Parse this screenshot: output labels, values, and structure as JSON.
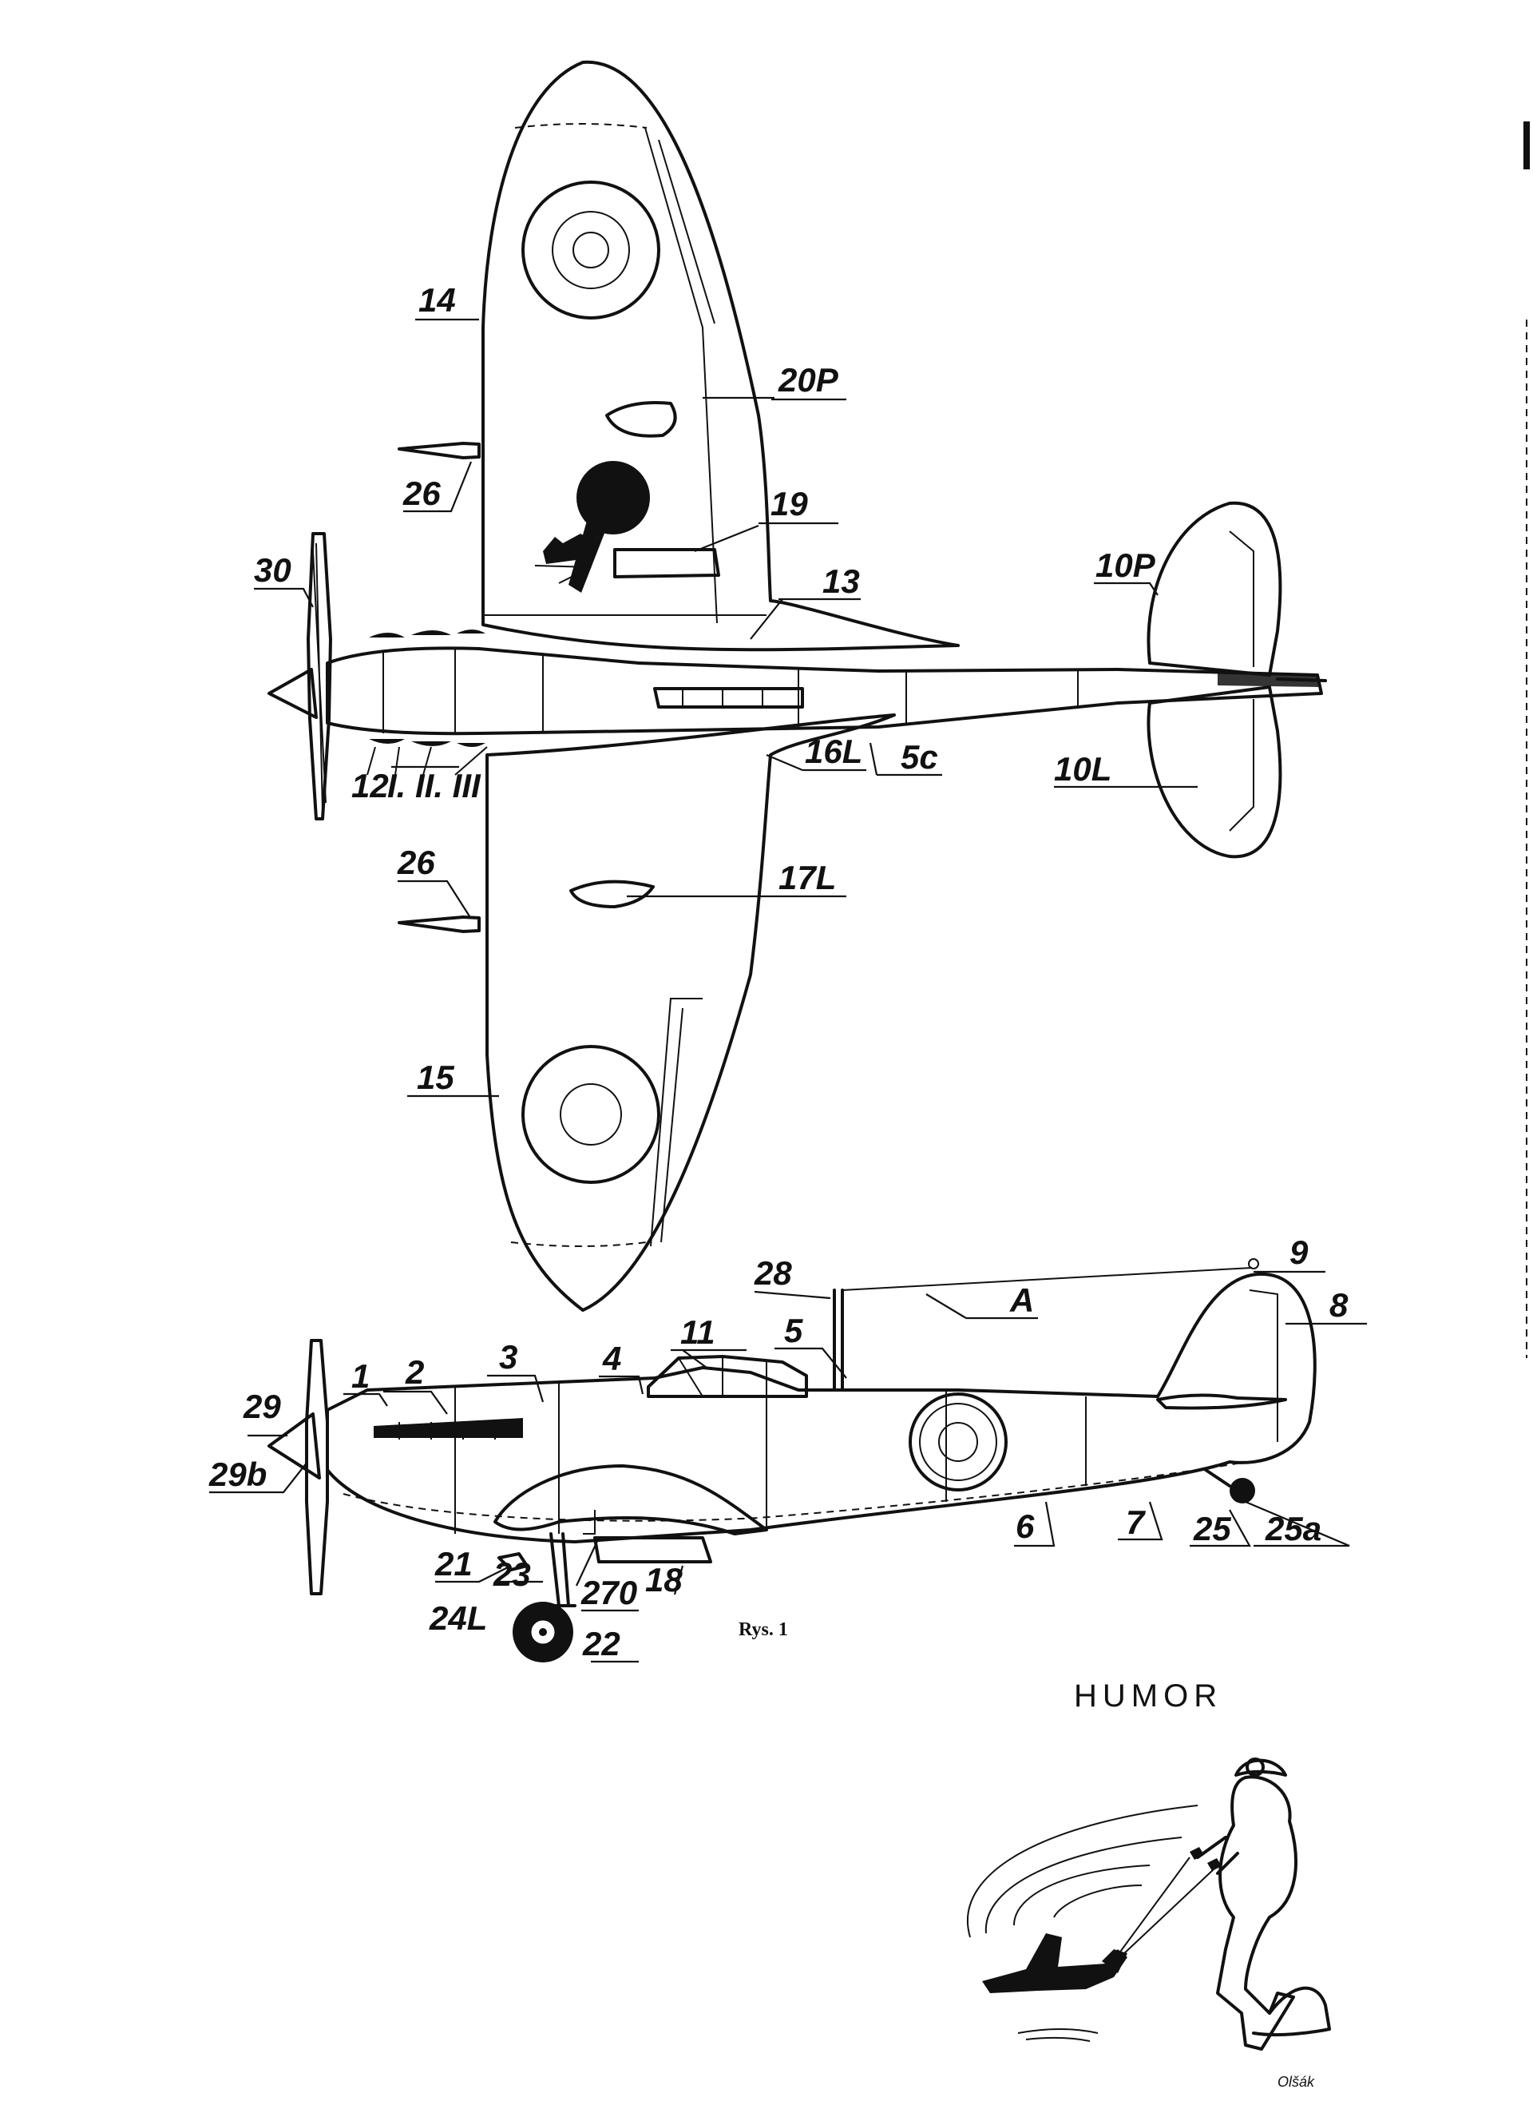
{
  "drawing": {
    "caption": "Rys. 1",
    "plan_labels": {
      "l14": "14",
      "l20p": "20P",
      "l26a": "26",
      "l19": "19",
      "l30": "30",
      "l13": "13",
      "l10p": "10P",
      "l12": "12",
      "l12sub": "I. II. III",
      "l16l": "16L",
      "l5c": "5c",
      "l10l": "10L",
      "l26b": "26",
      "l17l": "17L",
      "l15": "15"
    },
    "side_labels": {
      "l28": "28",
      "l9": "9",
      "lA": "A",
      "l8": "8",
      "l11": "11",
      "l5": "5",
      "l1": "1",
      "l2": "2",
      "l3": "3",
      "l4": "4",
      "l29": "29",
      "l29b": "29b",
      "l6": "6",
      "l7": "7",
      "l25": "25",
      "l25a": "25a",
      "l21": "21",
      "l23": "23",
      "l270": "270",
      "l18": "18",
      "l24l": "24L",
      "l22": "22"
    }
  },
  "humor": {
    "title": "HUMOR",
    "signature": "Olšák"
  }
}
